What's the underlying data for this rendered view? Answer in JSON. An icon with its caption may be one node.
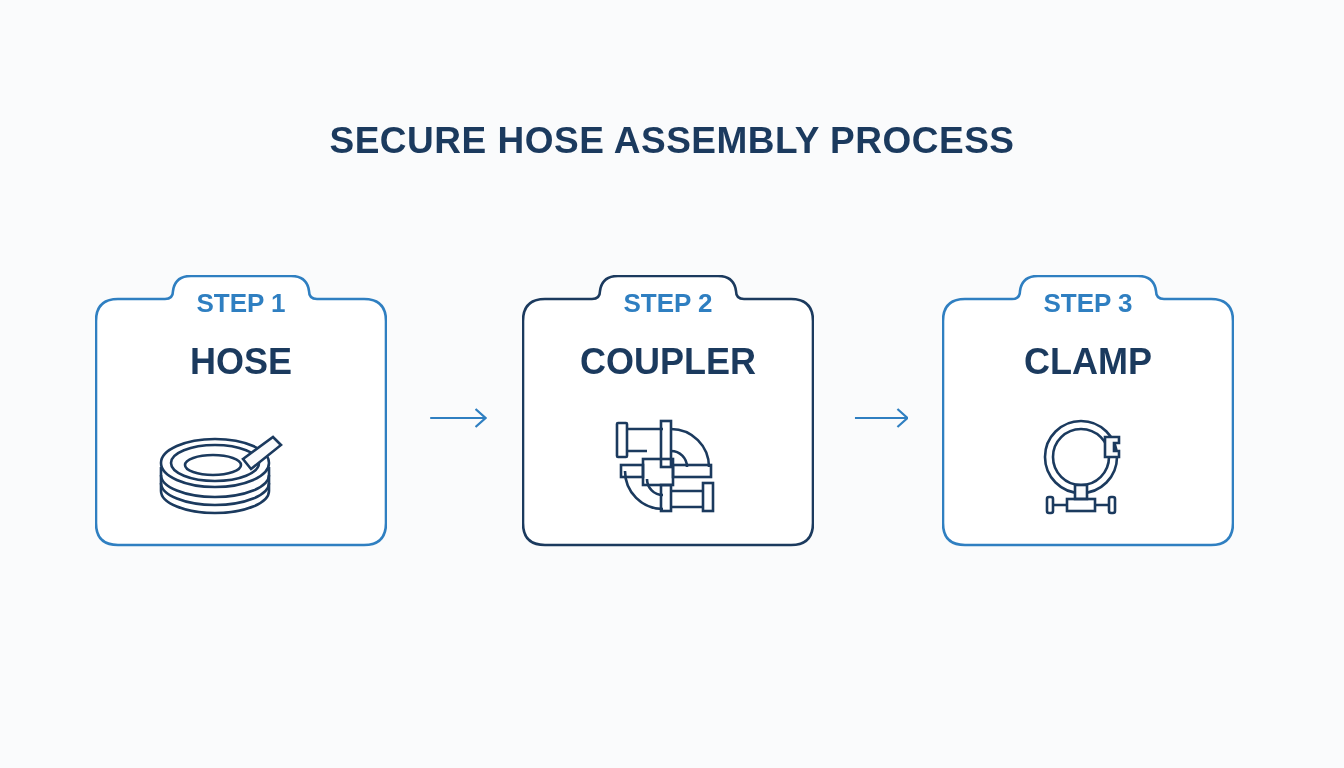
{
  "diagram": {
    "title": "SECURE HOSE ASSEMBLY PROCESS",
    "nodes": [
      {
        "text": [
          "STEP 1",
          "HOSE"
        ]
      },
      {
        "text": [
          "STEP 2",
          "COUPLER"
        ]
      },
      {
        "text": [
          "STEP 3",
          "CLAMP"
        ]
      }
    ],
    "edges": [
      {
        "from": 0,
        "to": 1,
        "arrow": "to"
      },
      {
        "from": 1,
        "to": 2,
        "arrow": "to"
      }
    ]
  }
}
